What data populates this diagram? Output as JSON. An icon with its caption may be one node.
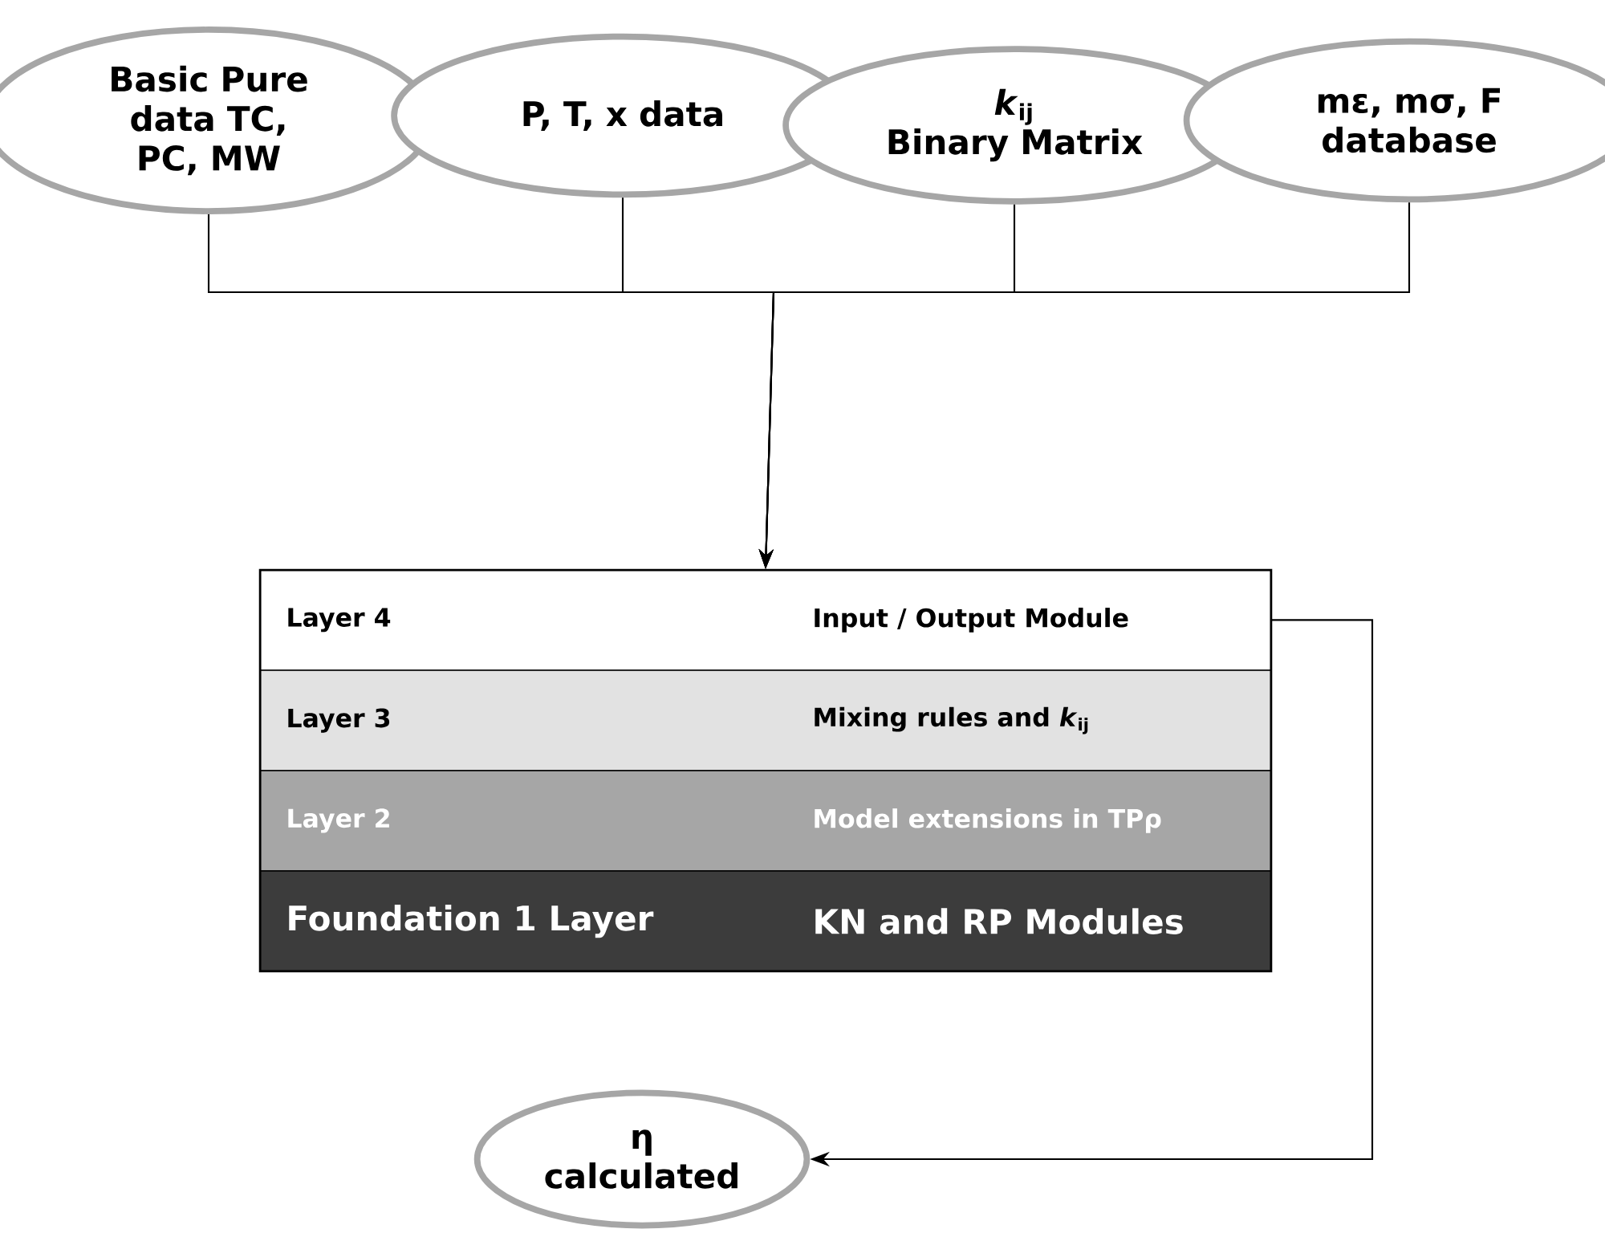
{
  "diagram": {
    "nodes": [
      {
        "text": [
          "Basic Pure data TC, PC, MW"
        ]
      },
      {
        "text": [
          "P, T, x data"
        ]
      },
      {
        "text": [
          "*k*$_{ij}$",
          "Binary Matrix"
        ]
      },
      {
        "text": [
          "mε, mσ, F database"
        ]
      },
      {
        "text": [],
        "shape": "box"
      },
      {
        "text": [
          "Layer 4",
          "Input / Output Module"
        ],
        "in": 4
      },
      {
        "text": [
          "Layer 3",
          "Mixing rules and *k*$_{ij}$"
        ],
        "in": 4
      },
      {
        "text": [
          "Layer 2",
          "Model extensions in TPρ"
        ],
        "in": 4
      },
      {
        "text": [
          "Foundation 1 Layer",
          "KN and RP Modules"
        ],
        "in": 4
      },
      {
        "text": [
          "η calculated"
        ]
      }
    ],
    "edges": [
      {
        "from": 0,
        "to": 4,
        "arrow": "to"
      },
      {
        "from": 1,
        "to": 4,
        "arrow": "to"
      },
      {
        "from": 2,
        "to": 4,
        "arrow": "to"
      },
      {
        "from": 3,
        "to": 4,
        "arrow": "to"
      },
      {
        "from": 5,
        "to": 9,
        "arrow": "to"
      }
    ]
  }
}
